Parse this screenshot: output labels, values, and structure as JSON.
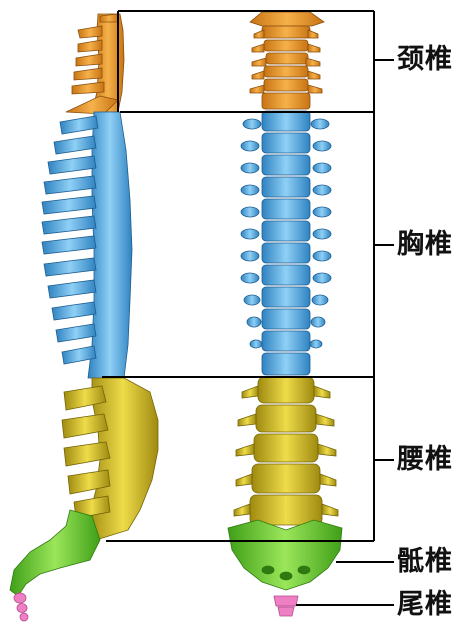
{
  "labels": {
    "cervical": "颈椎",
    "thoracic": "胸椎",
    "lumbar": "腰椎",
    "sacrum": "骶椎",
    "coccyx": "尾椎"
  },
  "colors": {
    "cervical": "#f0a33c",
    "thoracic": "#5fb3e6",
    "lumbar": "#d8c22a",
    "sacrum": "#7bd23a",
    "coccyx": "#ef7fc4",
    "bracket": "#000000"
  }
}
